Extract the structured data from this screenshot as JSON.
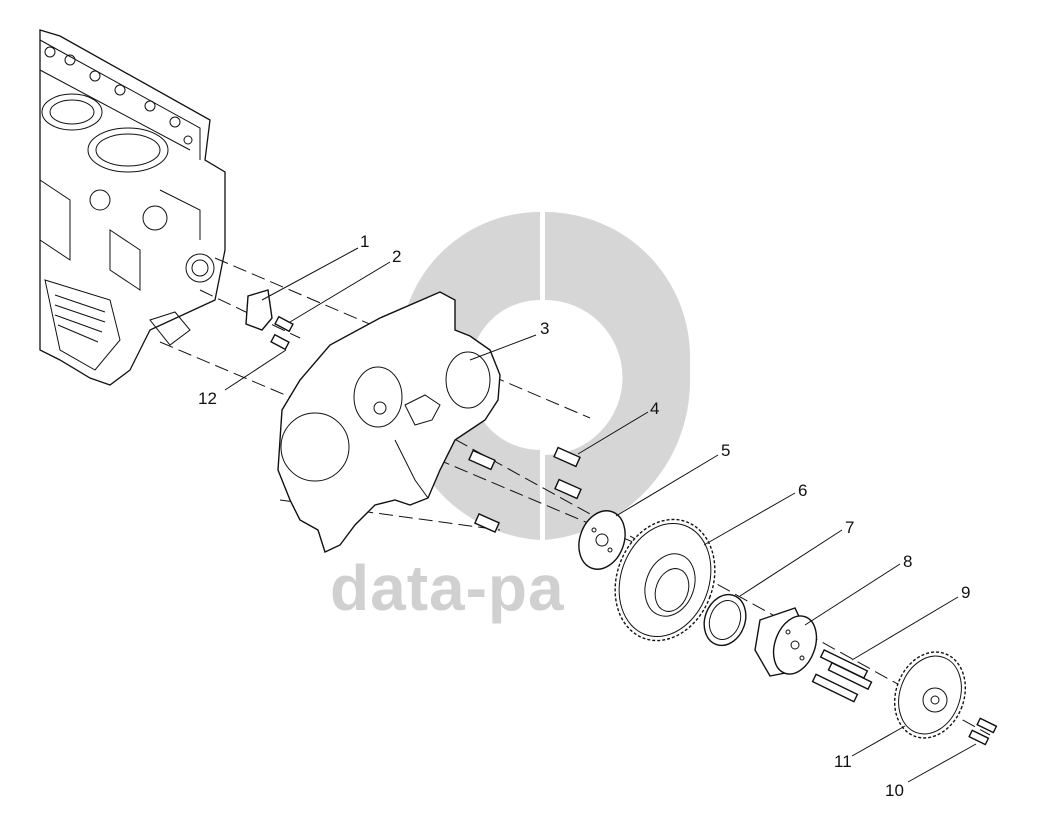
{
  "diagram": {
    "callouts": [
      {
        "id": "1",
        "label": "1"
      },
      {
        "id": "2",
        "label": "2"
      },
      {
        "id": "3",
        "label": "3"
      },
      {
        "id": "4",
        "label": "4"
      },
      {
        "id": "5",
        "label": "5"
      },
      {
        "id": "6",
        "label": "6"
      },
      {
        "id": "7",
        "label": "7"
      },
      {
        "id": "8",
        "label": "8"
      },
      {
        "id": "9",
        "label": "9"
      },
      {
        "id": "10",
        "label": "10"
      },
      {
        "id": "11",
        "label": "11"
      },
      {
        "id": "12",
        "label": "12"
      }
    ]
  },
  "watermark": {
    "text": "data-pa"
  }
}
